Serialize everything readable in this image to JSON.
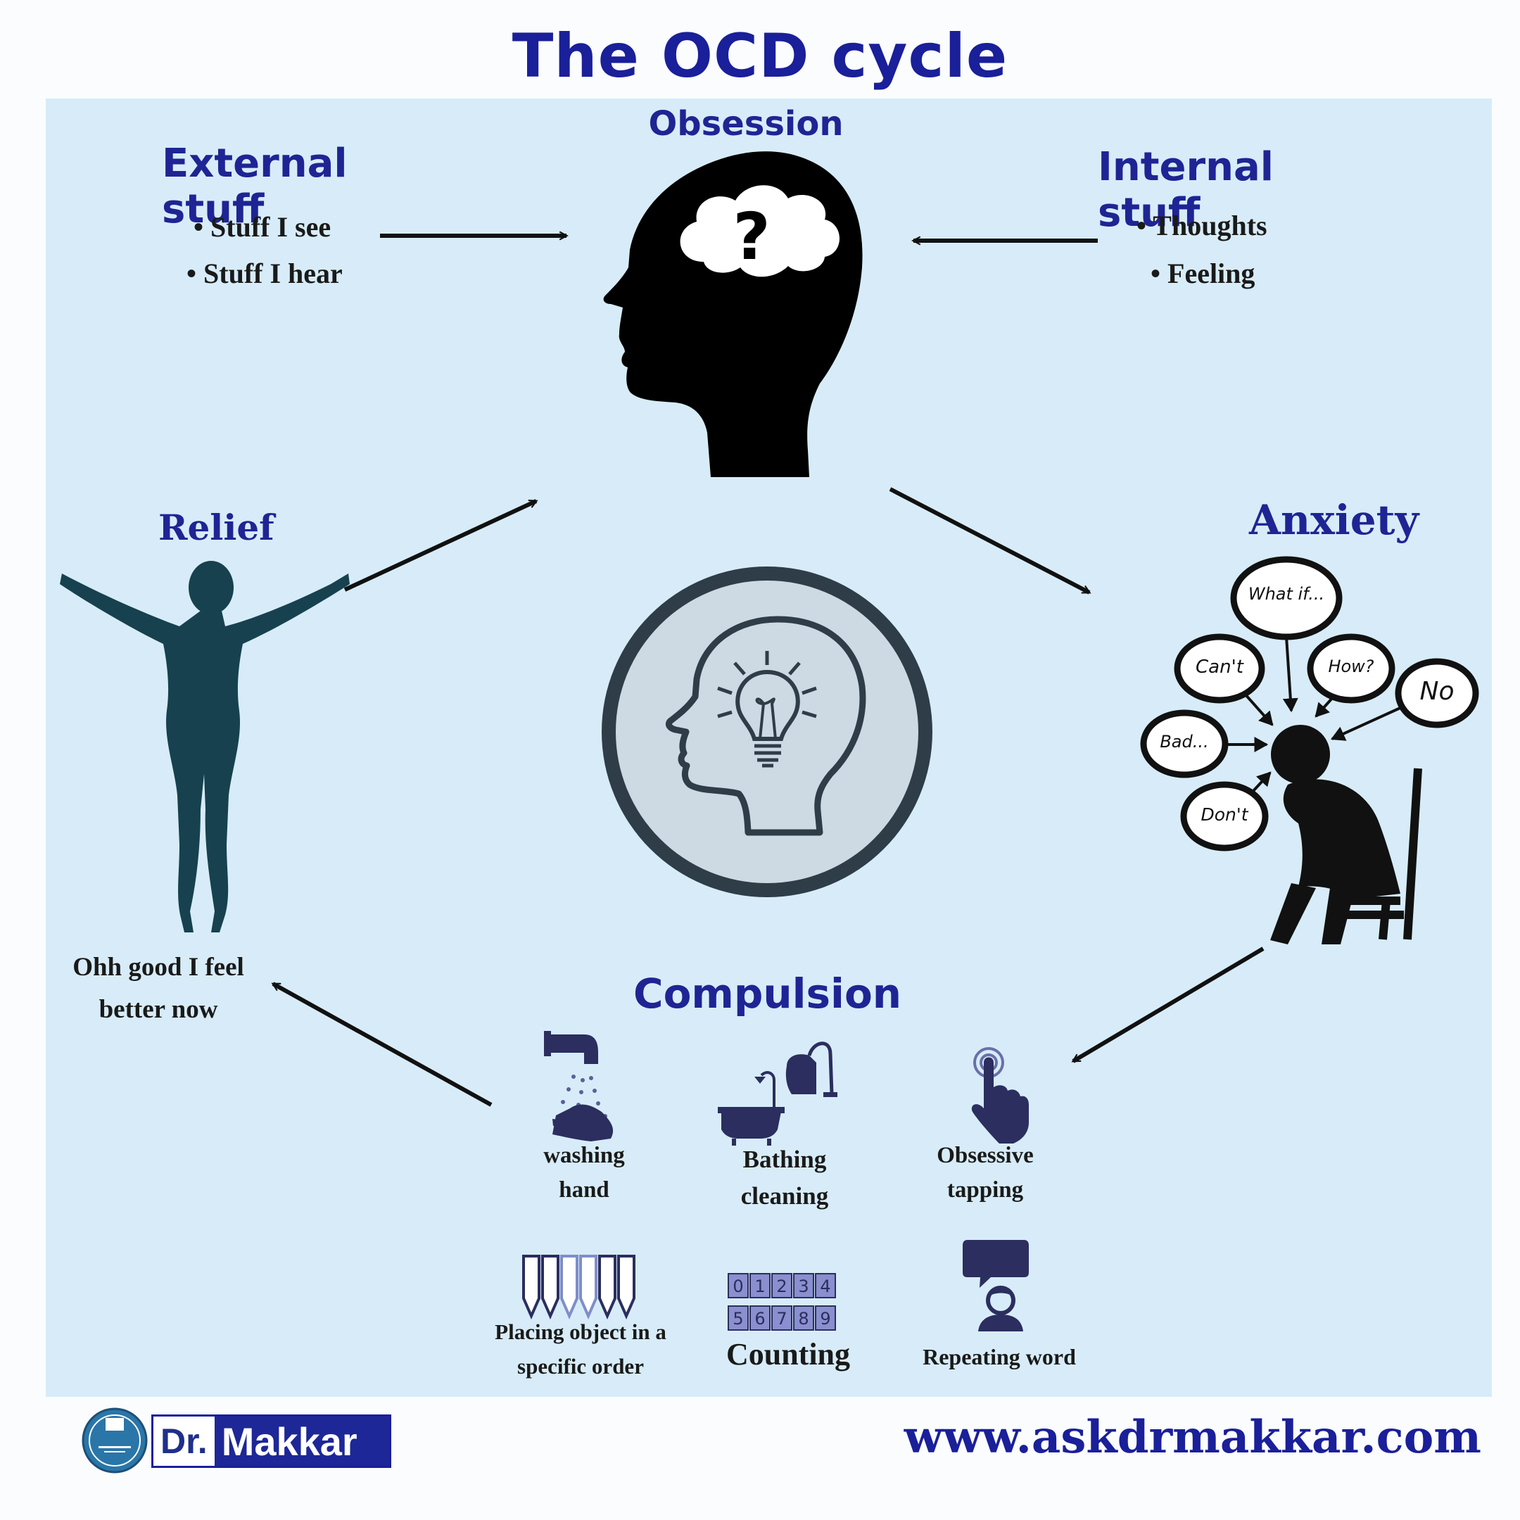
{
  "title": "The OCD cycle",
  "obsession": {
    "label": "Obsession",
    "external": {
      "heading": "External stuff",
      "items": [
        "• Stuff I see",
        "• Stuff I hear"
      ]
    },
    "internal": {
      "heading": "Internal stuff",
      "items": [
        "• Thoughts",
        "• Feeling"
      ]
    }
  },
  "anxiety": {
    "label": "Anxiety",
    "bubbles": [
      "What if...",
      "Can't",
      "How?",
      "No",
      "Bad...",
      "Don't"
    ]
  },
  "compulsion": {
    "label": "Compulsion",
    "items": [
      {
        "label_lines": [
          "washing",
          "hand"
        ],
        "icon": "washing-hands-icon"
      },
      {
        "label_lines": [
          "Bathing",
          "cleaning"
        ],
        "icon": "bathtub-vacuum-icon"
      },
      {
        "label_lines": [
          "Obsessive",
          "tapping"
        ],
        "icon": "tapping-finger-icon"
      },
      {
        "label_lines": [
          "Placing object in a",
          "specific order"
        ],
        "icon": "pencils-icon"
      },
      {
        "label_lines": [
          "Counting"
        ],
        "icon": "number-grid-icon"
      },
      {
        "label_lines": [
          "Repeating word"
        ],
        "icon": "speaking-person-icon"
      }
    ],
    "digits": [
      "0",
      "1",
      "2",
      "3",
      "4",
      "5",
      "6",
      "7",
      "8",
      "9"
    ]
  },
  "relief": {
    "label": "Relief",
    "caption_lines": [
      "Ohh good I feel",
      "better now"
    ]
  },
  "footer": {
    "logo_dr": "Dr.",
    "logo_name": "Makkar",
    "url": "www.askdrmakkar.com"
  },
  "colors": {
    "title_blue": "#1a1f9a",
    "panel_bg": "#d7ecf8",
    "relief_figure": "#17414f",
    "icon_navy": "#2b2e5e"
  }
}
